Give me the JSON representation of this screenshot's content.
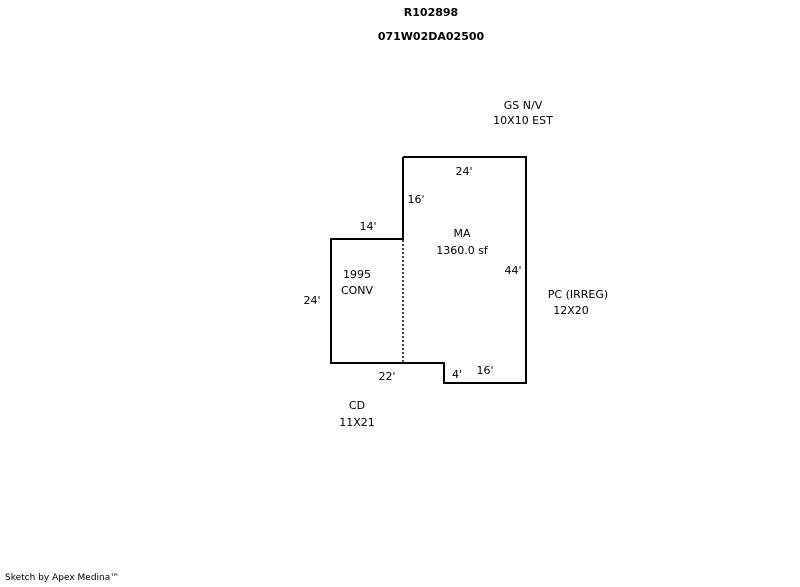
{
  "header": {
    "account_id": "R102898",
    "map_tax_lot": "071W02DA02500"
  },
  "sketch": {
    "line_color": "#000000",
    "dimensions": {
      "ma_top": "24'",
      "ma_left_upper": "16'",
      "conv_top": "14'",
      "ma_right": "44'",
      "conv_left": "24'",
      "conv_bottom": "22'",
      "step": "4'",
      "ma_bottom": "16'"
    },
    "areas": {
      "main": {
        "code": "MA",
        "size": "1360.0 sf"
      },
      "addition": {
        "year": "1995",
        "type": "CONV"
      }
    },
    "outbuildings": [
      {
        "code": "GS N/V",
        "size": "10X10 EST"
      },
      {
        "code": "PC (IRREG)",
        "size": "12X20"
      },
      {
        "code": "CD",
        "size": "11X21"
      }
    ]
  },
  "footer": {
    "credit": "Sketch by Apex Medina™"
  }
}
